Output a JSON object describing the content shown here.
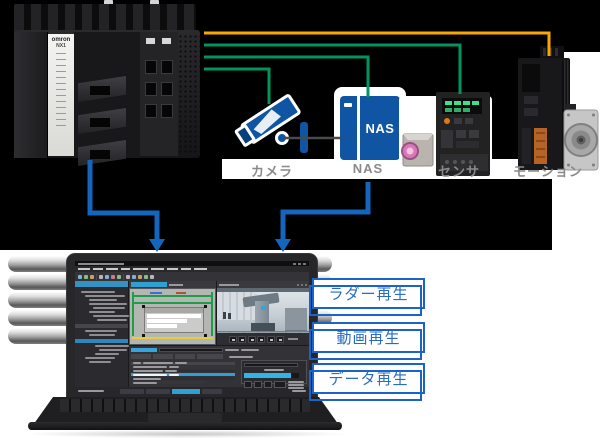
{
  "plc": {
    "brand": "omron",
    "model": "NX1"
  },
  "devices": [
    {
      "name": "camera",
      "label": "カメラ"
    },
    {
      "name": "nas",
      "label": "NAS",
      "icon_text": "NAS"
    },
    {
      "name": "sensor",
      "label": "センサ"
    },
    {
      "name": "motion",
      "label": "モーション"
    }
  ],
  "callouts": [
    {
      "label": "ラダー再生"
    },
    {
      "label": "動画再生"
    },
    {
      "label": "データ再生"
    }
  ],
  "colors": {
    "network_line_green": "#00945e",
    "network_line_orange": "#f9a800",
    "arrow_blue": "#1465bd",
    "device_icon_blue": "#0f55a4",
    "callout_border_blue": "#1a63c8",
    "device_label_gray": "#8a8a8a"
  }
}
